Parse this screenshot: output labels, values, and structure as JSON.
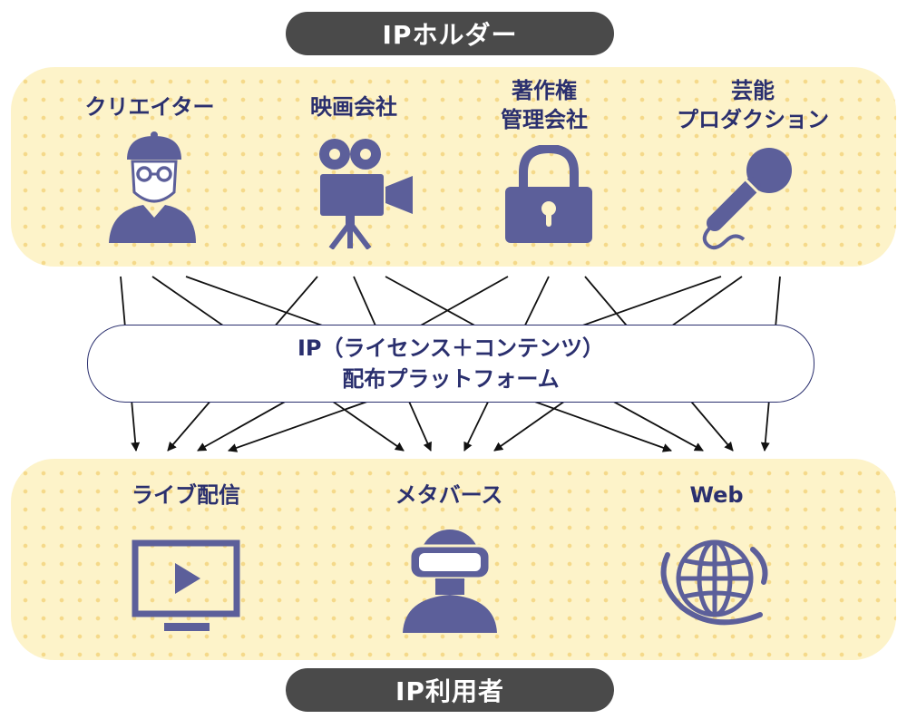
{
  "holder_title": "IPホルダー",
  "user_title": "IP利用者",
  "holders": [
    {
      "label": "クリエイター",
      "icon": "creator-icon"
    },
    {
      "label": "映画会社",
      "icon": "movie-camera-icon"
    },
    {
      "label_lines": [
        "著作権",
        "管理会社"
      ],
      "icon": "padlock-icon"
    },
    {
      "label_lines": [
        "芸能",
        "プロダクション"
      ],
      "icon": "microphone-icon"
    }
  ],
  "platform": {
    "line1": "IP（ライセンス＋コンテンツ）",
    "line2": "配布プラットフォーム"
  },
  "users": [
    {
      "label": "ライブ配信",
      "icon": "monitor-play-icon"
    },
    {
      "label": "メタバース",
      "icon": "vr-headset-icon"
    },
    {
      "label": "Web",
      "icon": "globe-icon"
    }
  ],
  "colors": {
    "icon": "#5c5f9a",
    "text": "#2a2f6e",
    "band": "#fdf3c9",
    "dots": "#f5d98a",
    "pill": "#4a4a4a"
  }
}
